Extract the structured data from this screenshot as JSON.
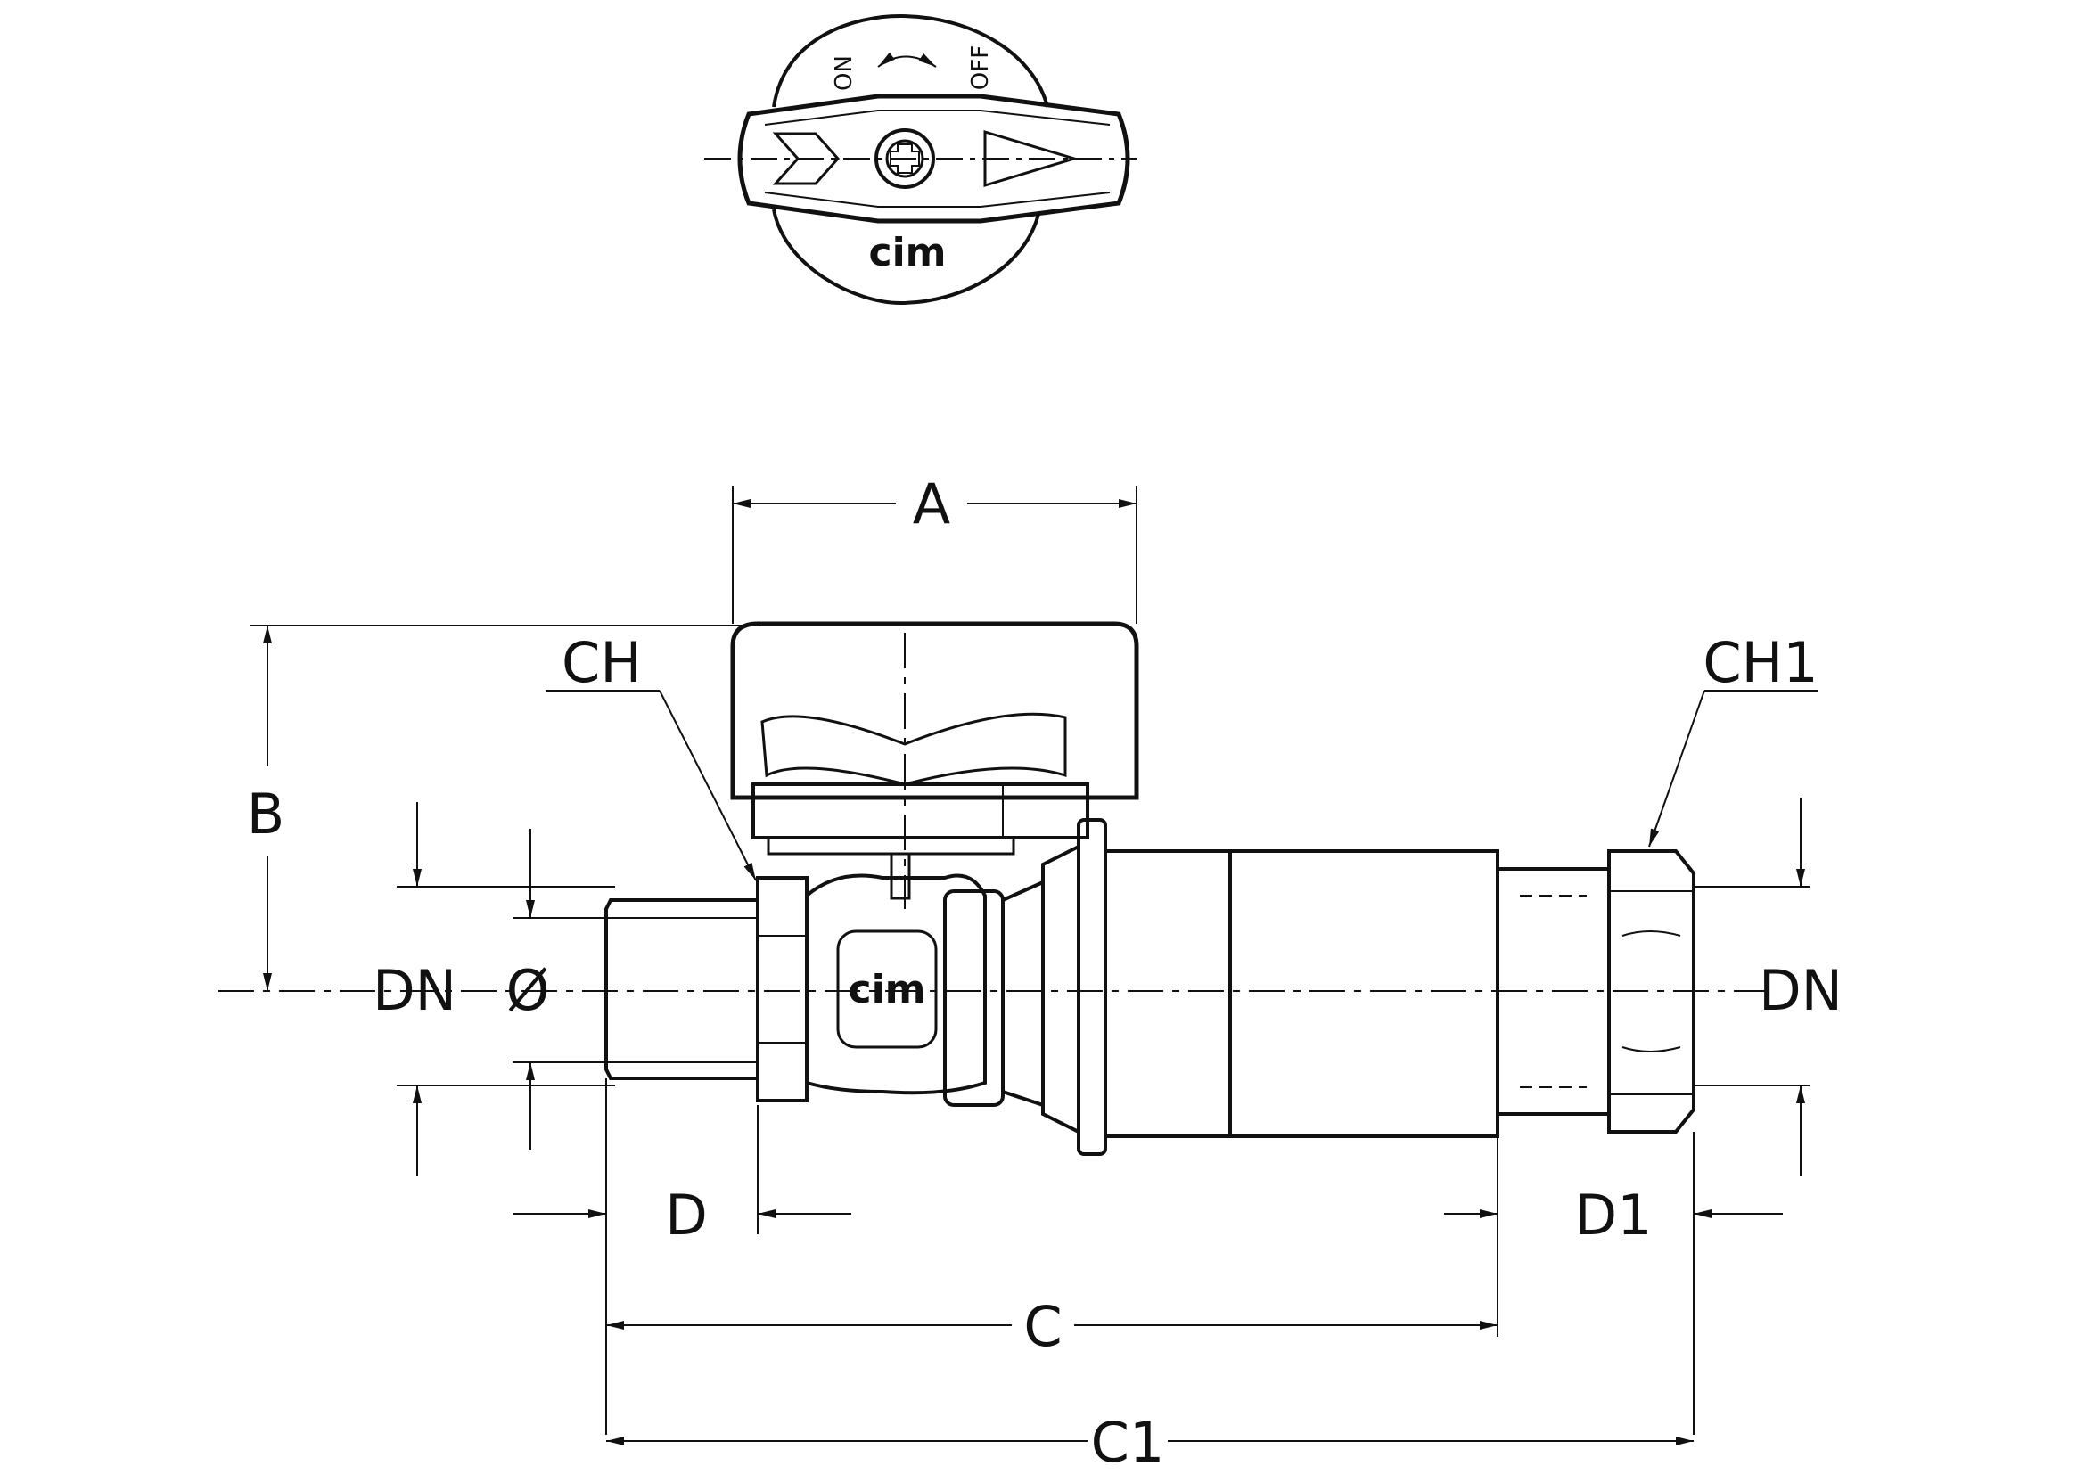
{
  "labels": {
    "A": "A",
    "B": "B",
    "C": "C",
    "C1": "C1",
    "D": "D",
    "D1": "D1",
    "CH": "CH",
    "CH1": "CH1",
    "DN_left": "DN",
    "DN_right": "DN",
    "diameter": "Ø"
  },
  "top_view": {
    "on_label": "ON",
    "off_label": "OFF",
    "brand": "cim"
  },
  "side_view": {
    "brand": "cim"
  }
}
